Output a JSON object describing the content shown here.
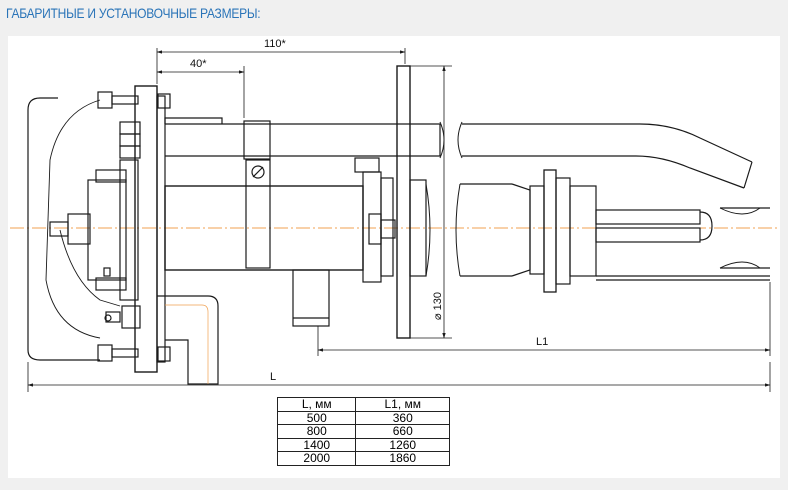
{
  "page": {
    "heading": "ГАБАРИТНЫЕ И УСТАНОВОЧНЫЕ РАЗМЕРЫ:"
  },
  "drawing": {
    "dim_110": "110*",
    "dim_40": "40*",
    "dim_diameter": "⌀ 130",
    "dim_L1": "L1",
    "dim_L": "L"
  },
  "table": {
    "headers": [
      "L, мм",
      "L1, мм"
    ],
    "rows": [
      [
        "500",
        "360"
      ],
      [
        "800",
        "660"
      ],
      [
        "1400",
        "1260"
      ],
      [
        "2000",
        "1860"
      ]
    ]
  },
  "colors": {
    "heading": "#2a74b8",
    "centerline": "#f0a050",
    "stroke": "#1a1a1a"
  }
}
